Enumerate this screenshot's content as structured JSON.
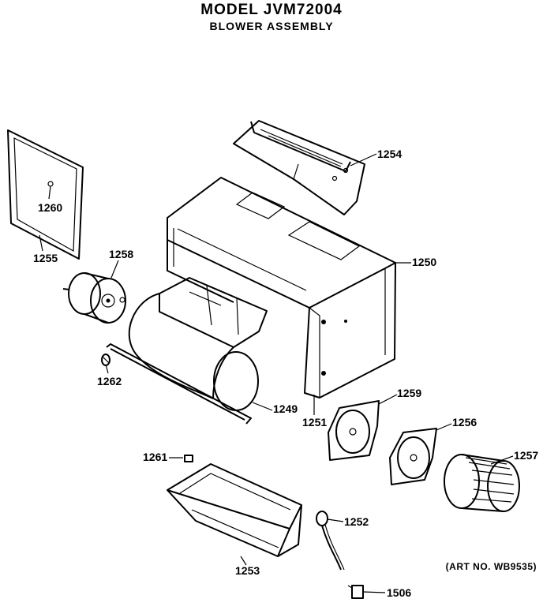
{
  "header": {
    "title": "MODEL JVM72004",
    "subtitle": "BLOWER ASSEMBLY"
  },
  "parts": [
    {
      "id": "p1254",
      "label": "1254"
    },
    {
      "id": "p1260",
      "label": "1260"
    },
    {
      "id": "p1255",
      "label": "1255"
    },
    {
      "id": "p1258",
      "label": "1258"
    },
    {
      "id": "p1250",
      "label": "1250"
    },
    {
      "id": "p1262",
      "label": "1262"
    },
    {
      "id": "p1249",
      "label": "1249"
    },
    {
      "id": "p1251",
      "label": "1251"
    },
    {
      "id": "p1259",
      "label": "1259"
    },
    {
      "id": "p1256",
      "label": "1256"
    },
    {
      "id": "p1257",
      "label": "1257"
    },
    {
      "id": "p1261",
      "label": "1261"
    },
    {
      "id": "p1252",
      "label": "1252"
    },
    {
      "id": "p1253",
      "label": "1253"
    },
    {
      "id": "p1506",
      "label": "1506"
    }
  ],
  "footer": {
    "art_number": "(ART NO. WB9535)"
  }
}
